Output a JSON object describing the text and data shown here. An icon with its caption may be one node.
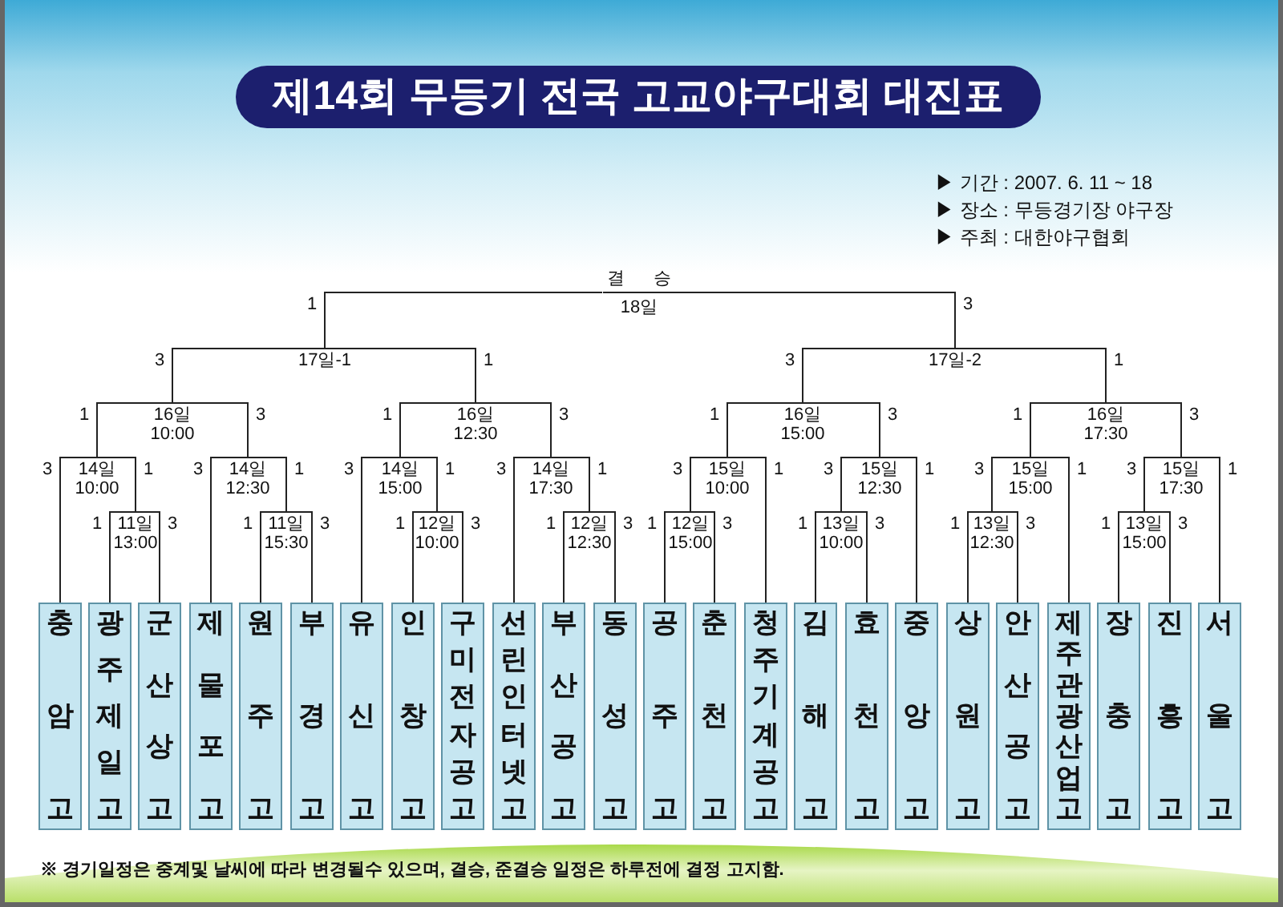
{
  "diagram": {
    "title": "제14회 무등기 전국 고교야구대회 대진표",
    "caption": "※ 경기일정은 중계및 날씨에 따라 변경될수 있으며, 결승, 준결승 일정은 하루전에 결정 고지함.",
    "nodes": [
      {
        "text": [
          "결승",
          "18일"
        ]
      },
      {
        "text": [
          "17일-1"
        ]
      },
      {
        "text": [
          "17일-2"
        ]
      },
      {
        "text": [
          "16일 10:00"
        ]
      },
      {
        "text": [
          "16일 12:30"
        ]
      },
      {
        "text": [
          "16일 15:00"
        ]
      },
      {
        "text": [
          "16일 17:30"
        ]
      },
      {
        "text": [
          "14일 10:00"
        ]
      },
      {
        "text": [
          "14일 12:30"
        ]
      },
      {
        "text": [
          "14일 15:00"
        ]
      },
      {
        "text": [
          "14일 17:30"
        ]
      },
      {
        "text": [
          "15일 10:00"
        ]
      },
      {
        "text": [
          "15일 12:30"
        ]
      },
      {
        "text": [
          "15일 15:00"
        ]
      },
      {
        "text": [
          "15일 17:30"
        ]
      },
      {
        "text": [
          "11일 13:00"
        ]
      },
      {
        "text": [
          "11일 15:30"
        ]
      },
      {
        "text": [
          "12일 10:00"
        ]
      },
      {
        "text": [
          "12일 12:30"
        ]
      },
      {
        "text": [
          "12일 15:00"
        ]
      },
      {
        "text": [
          "13일 10:00"
        ]
      },
      {
        "text": [
          "13일 12:30"
        ]
      },
      {
        "text": [
          "13일 15:00"
        ]
      },
      {
        "text": [
          "충암고"
        ]
      },
      {
        "text": [
          "광주제일고"
        ]
      },
      {
        "text": [
          "군산상고"
        ]
      },
      {
        "text": [
          "제물포고"
        ]
      },
      {
        "text": [
          "원주고"
        ]
      },
      {
        "text": [
          "부경고"
        ]
      },
      {
        "text": [
          "유신고"
        ]
      },
      {
        "text": [
          "인창고"
        ]
      },
      {
        "text": [
          "구미전자공고"
        ]
      },
      {
        "text": [
          "선린인터넷고"
        ]
      },
      {
        "text": [
          "부산공고"
        ]
      },
      {
        "text": [
          "동성고"
        ]
      },
      {
        "text": [
          "공주고"
        ]
      },
      {
        "text": [
          "춘천고"
        ]
      },
      {
        "text": [
          "청주기계공고"
        ]
      },
      {
        "text": [
          "김해고"
        ]
      },
      {
        "text": [
          "효천고"
        ]
      },
      {
        "text": [
          "중앙고"
        ]
      },
      {
        "text": [
          "상원고"
        ]
      },
      {
        "text": [
          "안산공고"
        ]
      },
      {
        "text": [
          "제주관광산업고"
        ]
      },
      {
        "text": [
          "장충고"
        ]
      },
      {
        "text": [
          "진흥고"
        ]
      },
      {
        "text": [
          "서울고"
        ]
      }
    ],
    "edges": [
      {
        "from": 1,
        "to": 0,
        "arrow": "none",
        "label": "1"
      },
      {
        "from": 2,
        "to": 0,
        "arrow": "none",
        "label": "3"
      },
      {
        "from": 3,
        "to": 1,
        "arrow": "none",
        "label": "3"
      },
      {
        "from": 4,
        "to": 1,
        "arrow": "none",
        "label": "1"
      },
      {
        "from": 5,
        "to": 2,
        "arrow": "none",
        "label": "3"
      },
      {
        "from": 6,
        "to": 2,
        "arrow": "none",
        "label": "1"
      },
      {
        "from": 7,
        "to": 3,
        "arrow": "none",
        "label": "1"
      },
      {
        "from": 8,
        "to": 3,
        "arrow": "none",
        "label": "3"
      },
      {
        "from": 9,
        "to": 4,
        "arrow": "none",
        "label": "1"
      },
      {
        "from": 10,
        "to": 4,
        "arrow": "none",
        "label": "3"
      },
      {
        "from": 11,
        "to": 5,
        "arrow": "none",
        "label": "1"
      },
      {
        "from": 12,
        "to": 5,
        "arrow": "none",
        "label": "3"
      },
      {
        "from": 13,
        "to": 6,
        "arrow": "none",
        "label": "1"
      },
      {
        "from": 14,
        "to": 6,
        "arrow": "none",
        "label": "3"
      },
      {
        "from": 23,
        "to": 7,
        "arrow": "none",
        "label": "3"
      },
      {
        "from": 15,
        "to": 7,
        "arrow": "none",
        "label": "1"
      },
      {
        "from": 26,
        "to": 8,
        "arrow": "none",
        "label": "3"
      },
      {
        "from": 16,
        "to": 8,
        "arrow": "none",
        "label": "1"
      },
      {
        "from": 29,
        "to": 9,
        "arrow": "none",
        "label": "3"
      },
      {
        "from": 17,
        "to": 9,
        "arrow": "none",
        "label": "1"
      },
      {
        "from": 32,
        "to": 10,
        "arrow": "none",
        "label": "3"
      },
      {
        "from": 18,
        "to": 10,
        "arrow": "none",
        "label": "1"
      },
      {
        "from": 19,
        "to": 11,
        "arrow": "none",
        "label": "3"
      },
      {
        "from": 37,
        "to": 11,
        "arrow": "none",
        "label": "1"
      },
      {
        "from": 20,
        "to": 12,
        "arrow": "none",
        "label": "3"
      },
      {
        "from": 40,
        "to": 12,
        "arrow": "none",
        "label": "1"
      },
      {
        "from": 21,
        "to": 13,
        "arrow": "none",
        "label": "3"
      },
      {
        "from": 43,
        "to": 13,
        "arrow": "none",
        "label": "1"
      },
      {
        "from": 22,
        "to": 14,
        "arrow": "none",
        "label": "3"
      },
      {
        "from": 46,
        "to": 14,
        "arrow": "none",
        "label": "1"
      },
      {
        "from": 24,
        "to": 15,
        "arrow": "none",
        "label": "1"
      },
      {
        "from": 25,
        "to": 15,
        "arrow": "none",
        "label": "3"
      },
      {
        "from": 27,
        "to": 16,
        "arrow": "none",
        "label": "1"
      },
      {
        "from": 28,
        "to": 16,
        "arrow": "none",
        "label": "3"
      },
      {
        "from": 30,
        "to": 17,
        "arrow": "none",
        "label": "1"
      },
      {
        "from": 31,
        "to": 17,
        "arrow": "none",
        "label": "3"
      },
      {
        "from": 33,
        "to": 18,
        "arrow": "none",
        "label": "1"
      },
      {
        "from": 34,
        "to": 18,
        "arrow": "none",
        "label": "3"
      },
      {
        "from": 35,
        "to": 19,
        "arrow": "none",
        "label": "1"
      },
      {
        "from": 36,
        "to": 19,
        "arrow": "none",
        "label": "3"
      },
      {
        "from": 38,
        "to": 20,
        "arrow": "none",
        "label": "1"
      },
      {
        "from": 39,
        "to": 20,
        "arrow": "none",
        "label": "3"
      },
      {
        "from": 41,
        "to": 21,
        "arrow": "none",
        "label": "1"
      },
      {
        "from": 42,
        "to": 21,
        "arrow": "none",
        "label": "3"
      },
      {
        "from": 44,
        "to": 22,
        "arrow": "none",
        "label": "1"
      },
      {
        "from": 45,
        "to": 22,
        "arrow": "none",
        "label": "3"
      }
    ],
    "labels": [
      "▶ 기간 : 2007. 6. 11 ~ 18",
      "▶ 장소 : 무등경기장 야구장",
      "▶ 주최 : 대한야구협회"
    ]
  }
}
